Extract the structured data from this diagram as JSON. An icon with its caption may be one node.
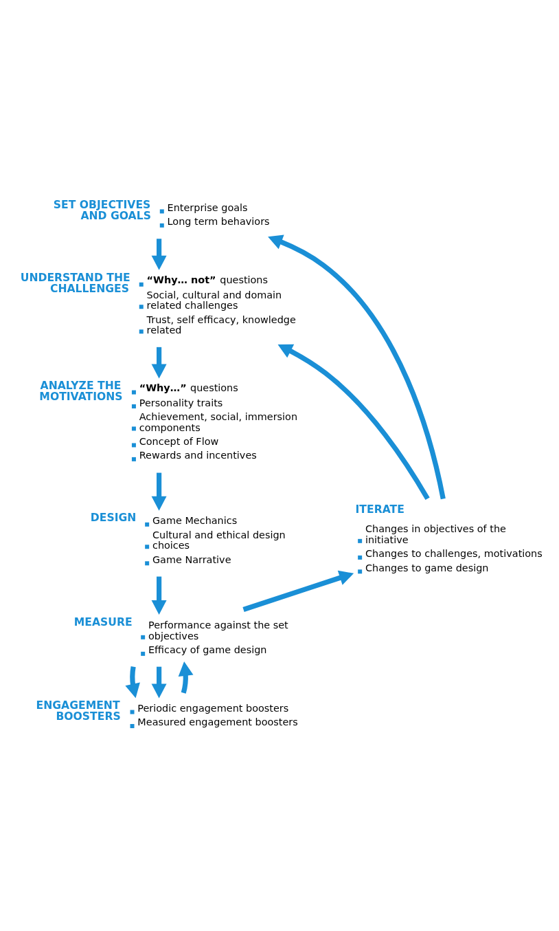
{
  "diagram": {
    "nodes": [
      {
        "text": [
          "SET OBJECTIVES AND GOALS",
          "Enterprise goals",
          "Long term behaviors"
        ]
      },
      {
        "text": [
          "UNDERSTAND THE CHALLENGES",
          "**“Why… not”** questions",
          "Social, cultural and domain related challenges",
          "Trust, self efficacy, knowledge related"
        ]
      },
      {
        "text": [
          "ANALYZE THE MOTIVATIONS",
          "**“Why…”** questions",
          "Personality traits",
          "Achievement, social, immersion components",
          "Concept of Flow",
          "Rewards and incentives"
        ]
      },
      {
        "text": [
          "DESIGN",
          "Game Mechanics",
          "Cultural and ethical design choices",
          "Game Narrative"
        ]
      },
      {
        "text": [
          "MEASURE",
          "Performance against the set objectives",
          "Efficacy of game design"
        ]
      },
      {
        "text": [
          "ENGAGEMENT BOOSTERS",
          "Periodic engagement boosters",
          "Measured engagement boosters"
        ]
      },
      {
        "text": [
          "ITERATE",
          "Changes in objectives of the initiative",
          "Changes to challenges, motivations",
          "Changes to game design"
        ]
      }
    ],
    "edges": [
      {
        "from": 0,
        "to": 1,
        "arrow": "to"
      },
      {
        "from": 1,
        "to": 2,
        "arrow": "to"
      },
      {
        "from": 2,
        "to": 3,
        "arrow": "to"
      },
      {
        "from": 3,
        "to": 4,
        "arrow": "to"
      },
      {
        "from": 4,
        "to": 5,
        "arrow": "to"
      },
      {
        "from": 4,
        "to": 5,
        "arrow": "to"
      },
      {
        "from": 5,
        "to": 4,
        "arrow": "to"
      },
      {
        "from": 4,
        "to": 6,
        "arrow": "to"
      },
      {
        "from": 6,
        "to": 0,
        "arrow": "to"
      },
      {
        "from": 6,
        "to": 1,
        "arrow": "to"
      }
    ]
  }
}
